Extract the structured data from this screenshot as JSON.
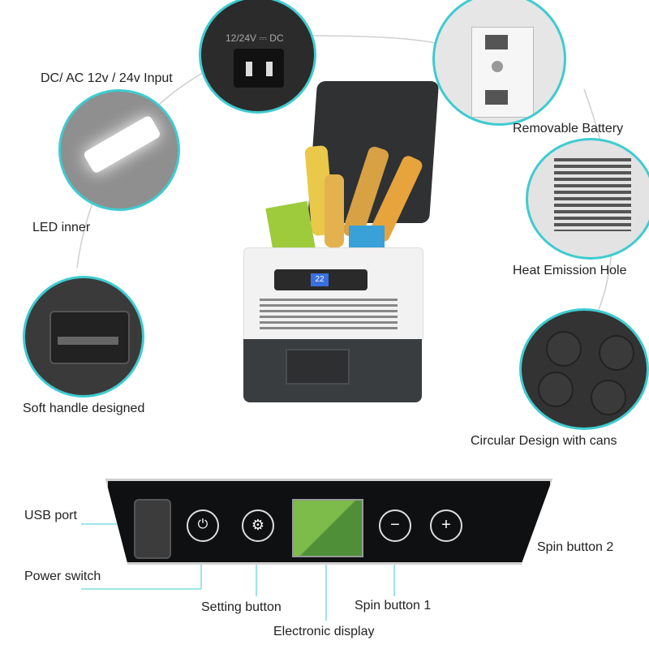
{
  "callouts": {
    "dc_input": "DC/ AC 12v / 24v Input",
    "led_inner": "LED inner",
    "soft_handle": "Soft handle designed",
    "removable_battery": "Removable Battery",
    "heat_emission": "Heat Emission Hole",
    "circular_design": "Circular Design with cans"
  },
  "socket_marking": "12/24V ⎓ DC",
  "panel": {
    "usb_port": "USB port",
    "power_switch": "Power switch",
    "setting_button": "Setting button",
    "spin_button_1": "Spin button 1",
    "spin_button_2": "Spin button 2",
    "electronic_display": "Electronic display"
  },
  "product_display_readout": "22",
  "colors": {
    "accent_ring": "#3ecbd0",
    "fridge_white": "#f2f2f2",
    "fridge_dark": "#3a3d40",
    "display_green": "#6aa84f"
  }
}
